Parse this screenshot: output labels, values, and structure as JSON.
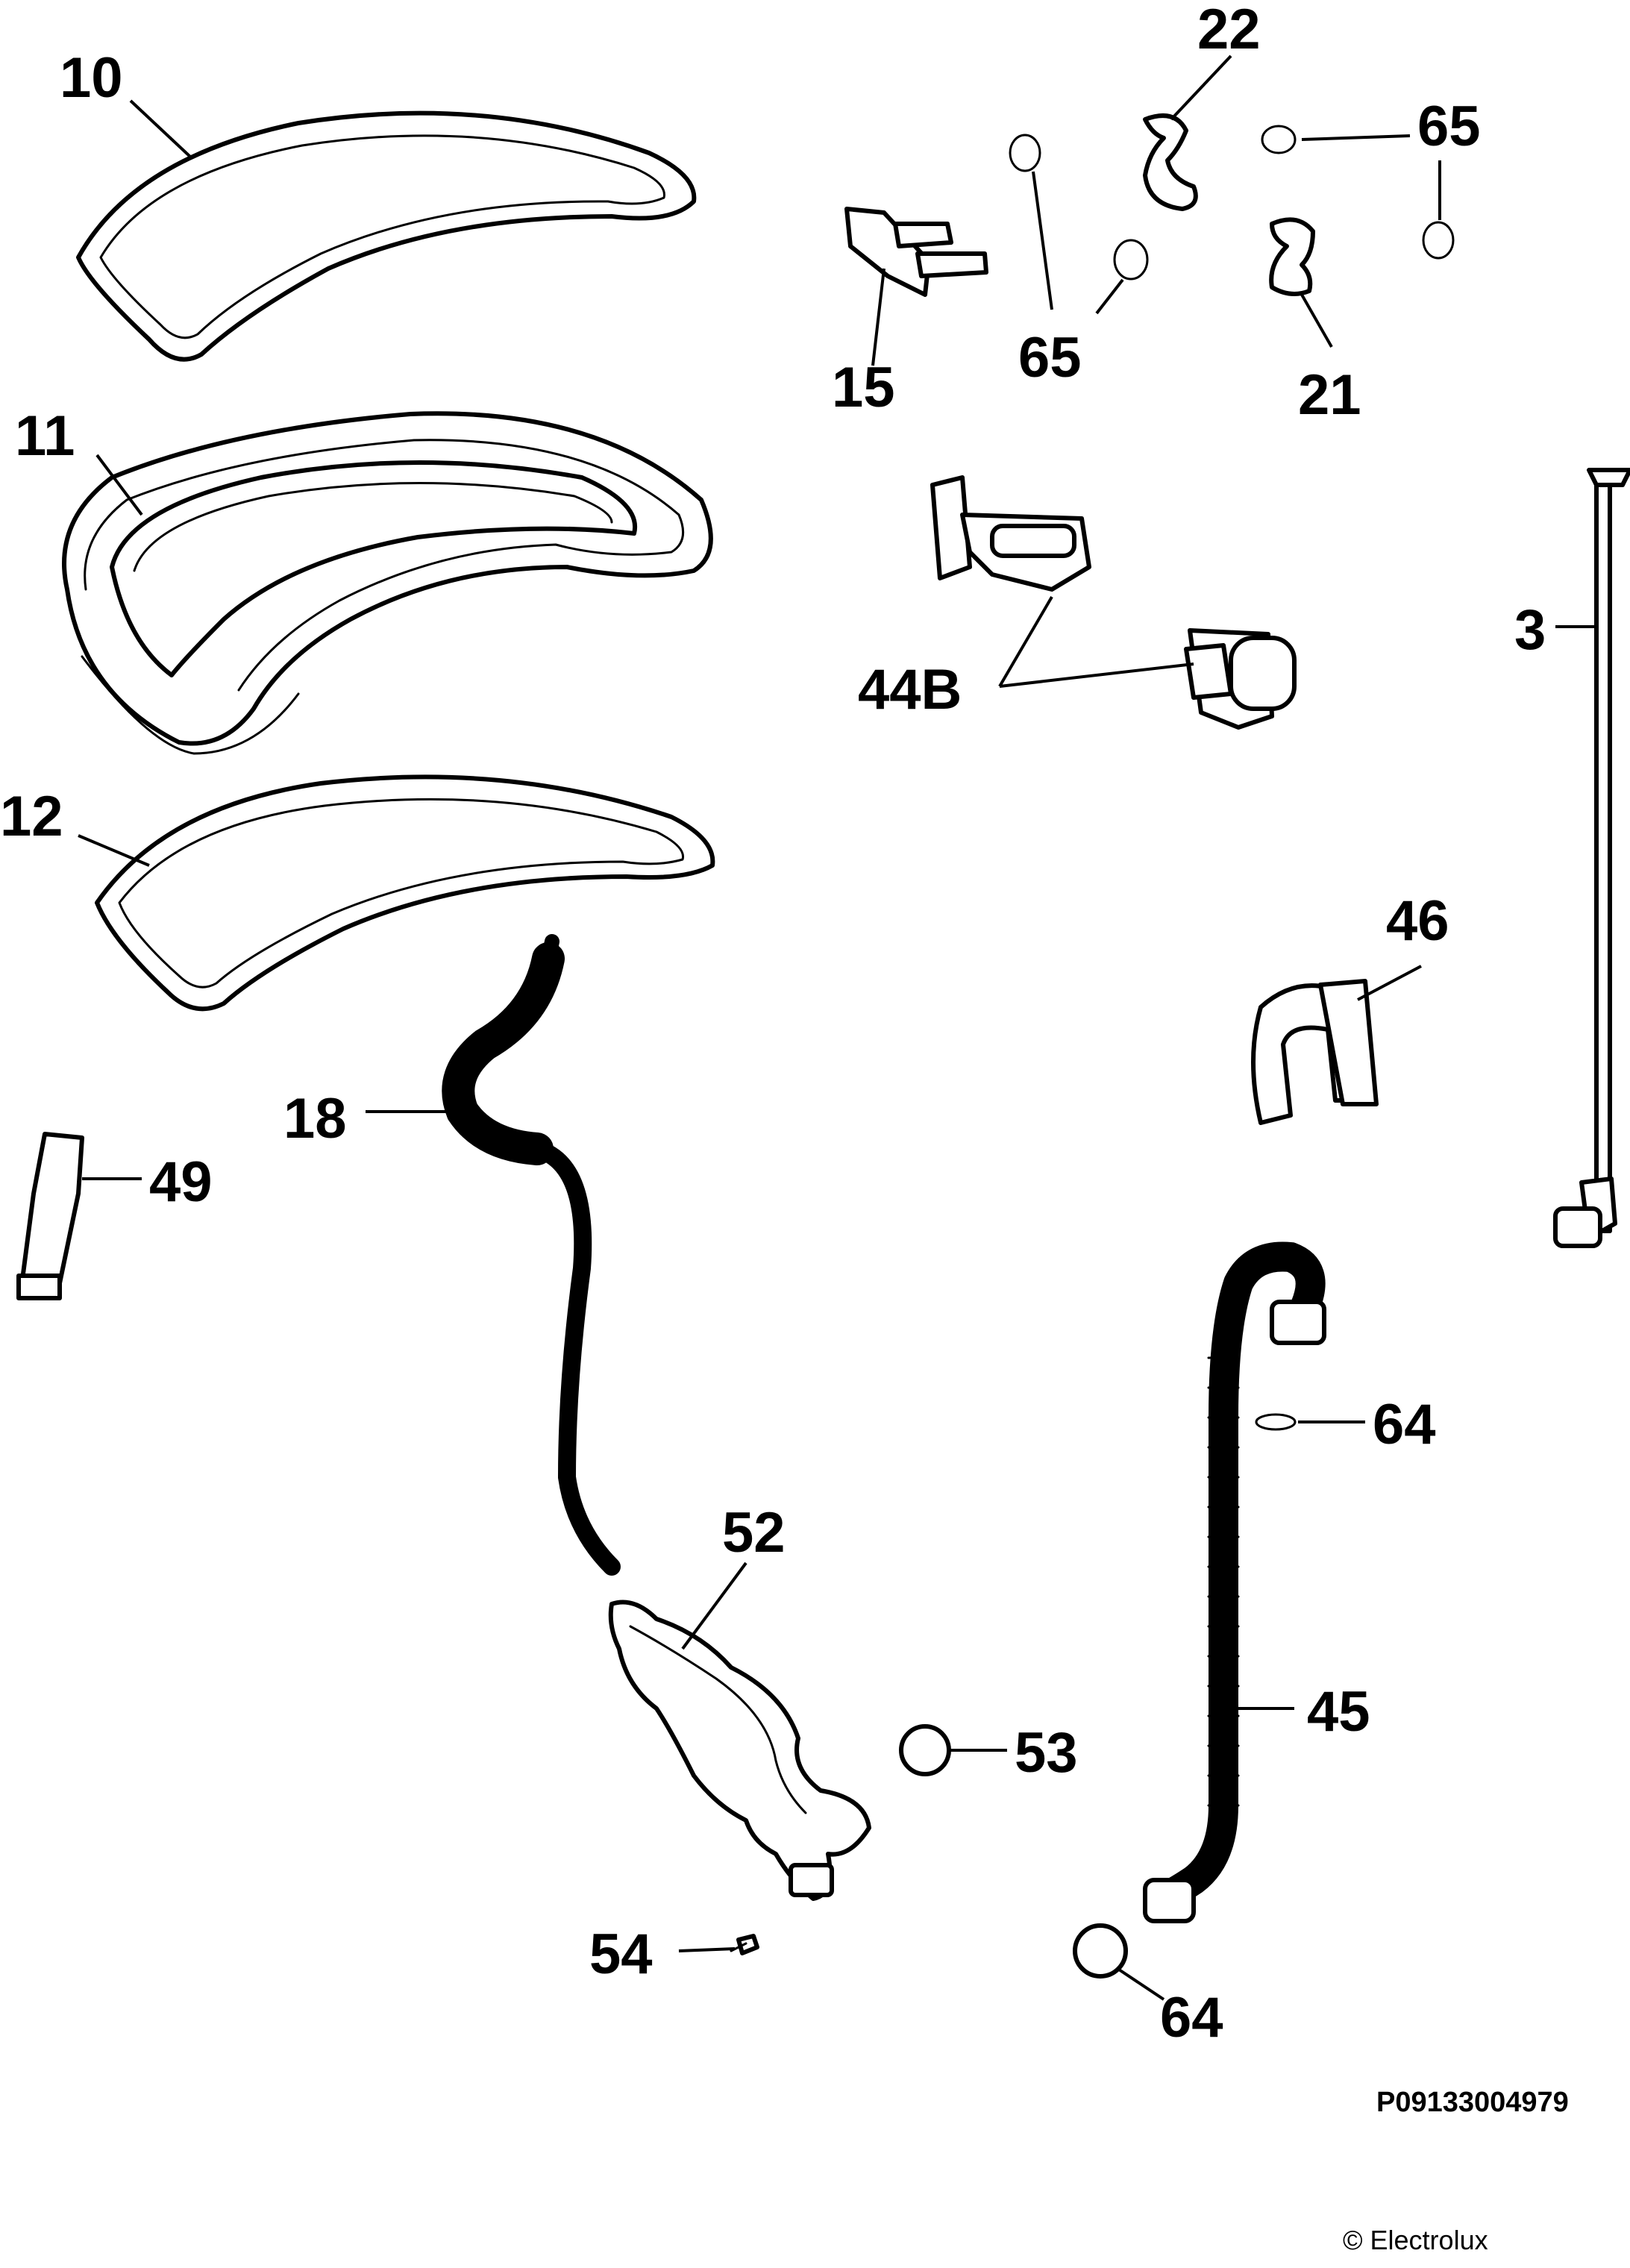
{
  "labels": {
    "p10": "10",
    "p11": "11",
    "p12": "12",
    "p15": "15",
    "p22": "22",
    "p65a": "65",
    "p65b": "65",
    "p21": "21",
    "p44b": "44B",
    "p3": "3",
    "p46": "46",
    "p18": "18",
    "p49": "49",
    "p64a": "64",
    "p52": "52",
    "p45": "45",
    "p53": "53",
    "p54": "54",
    "p64b": "64"
  },
  "reference_code": "P09133004979",
  "copyright": "© Electrolux"
}
